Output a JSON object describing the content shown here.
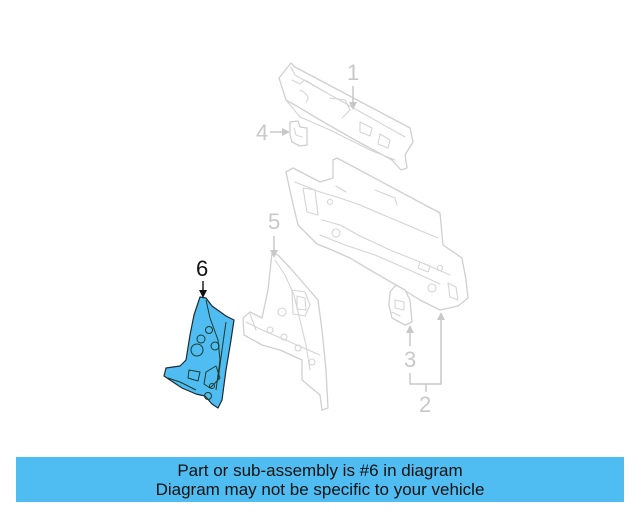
{
  "diagram": {
    "highlighted_part": "6",
    "highlight_color": "#4fbdf2",
    "callouts": [
      {
        "number": "1",
        "label": "1"
      },
      {
        "number": "2",
        "label": "2"
      },
      {
        "number": "3",
        "label": "3"
      },
      {
        "number": "4",
        "label": "4"
      },
      {
        "number": "5",
        "label": "5"
      },
      {
        "number": "6",
        "label": "6"
      }
    ]
  },
  "banner": {
    "line1": "Part or sub-assembly is #6 in diagram",
    "line2": "Diagram may not be specific to your vehicle",
    "background": "#4fbdf2"
  }
}
